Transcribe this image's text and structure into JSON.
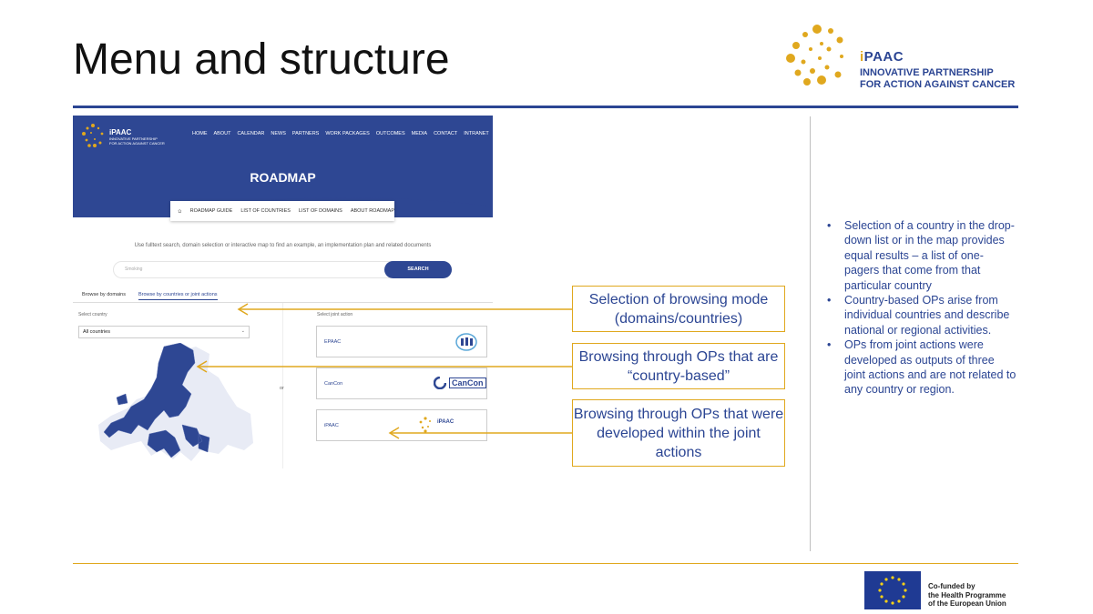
{
  "slide": {
    "title": "Menu and structure"
  },
  "brand": {
    "name_i": "i",
    "name_rest": "PAAC",
    "line1": "INNOVATIVE PARTNERSHIP",
    "line2": "FOR ACTION AGAINST CANCER"
  },
  "screenshot": {
    "logo_name": "iPAAC",
    "logo_line1": "INNOVATIVE PARTNERSHIP",
    "logo_line2": "FOR ACTION AGAINST CANCER",
    "nav": [
      "HOME",
      "ABOUT",
      "CALENDAR",
      "NEWS",
      "PARTNERS",
      "WORK PACKAGES",
      "OUTCOMES",
      "MEDIA",
      "CONTACT",
      "INTRANET"
    ],
    "hero_title": "ROADMAP",
    "tabs": [
      "ROADMAP GUIDE",
      "LIST OF COUNTRIES",
      "LIST OF DOMAINS",
      "ABOUT ROADMAP"
    ],
    "home_icon": "home-icon",
    "intro": "Use fulltext search, domain selection or interactive map to find an example, an implementation plan and related documents",
    "search_placeholder": "Smoking",
    "search_button": "SEARCH",
    "browse_domains": "Browse by domains",
    "browse_countries": "Browse by countries or joint actions",
    "select_country_label": "Select country",
    "country_value": "All countries",
    "select_ja_label": "Select joint action",
    "or_label": "or",
    "joint_actions": [
      "EPAAC",
      "CanCon",
      "iPAAC"
    ],
    "cancon_logo_text": "CanCon",
    "ipaac_logo_text": "iPAAC"
  },
  "callouts": {
    "mode": "Selection of browsing mode (domains/countries)",
    "country": "Browsing through OPs that are “country-based”",
    "joint": "Browsing through OPs that were developed within the joint actions"
  },
  "notes": [
    "Selection of a country in the drop-down list or in the map provides equal results – a list of one-pagers that come from that particular country",
    "Country-based OPs arise from individual countries and describe national or regional activities.",
    "OPs from joint actions were developed as outputs of three joint actions and are not related to any country or region."
  ],
  "footer": {
    "line1": "Co-funded by",
    "line2": "the Health Programme",
    "line3": "of the European Union"
  },
  "colors": {
    "brand_blue": "#2b4593",
    "brand_gold": "#e0a81e"
  }
}
